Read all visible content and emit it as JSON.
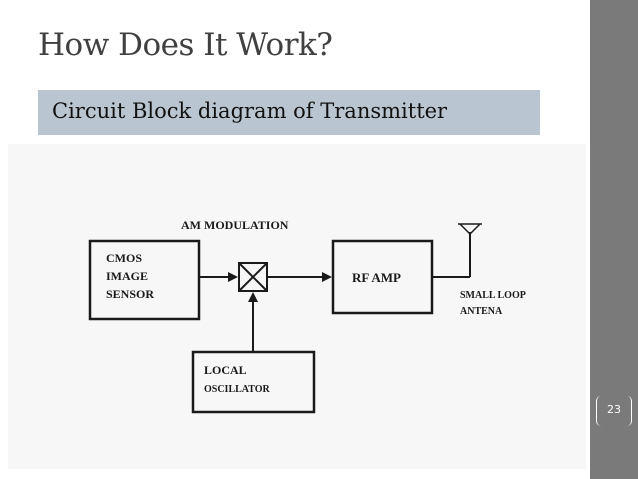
{
  "slide": {
    "title": "How Does It Work?",
    "subtitle": "Circuit Block diagram of Transmitter",
    "page_number": "23"
  },
  "diagram": {
    "modulation_label": "AM MODULATION",
    "sensor_lines": [
      "CMOS",
      "IMAGE",
      "SENSOR"
    ],
    "rf_amp_label": "RF AMP",
    "oscillator_lines": [
      "LOCAL",
      "OSCILLATOR"
    ],
    "antenna_lines": [
      "SMALL LOOP",
      "ANTENA"
    ]
  },
  "colors": {
    "title_text": "#404040",
    "subtitle_bg": "#b9c6d1",
    "sidebar": "#7a7a7a",
    "diagram_bg": "#f7f7f7",
    "diagram_ink": "#1a1a1a"
  }
}
